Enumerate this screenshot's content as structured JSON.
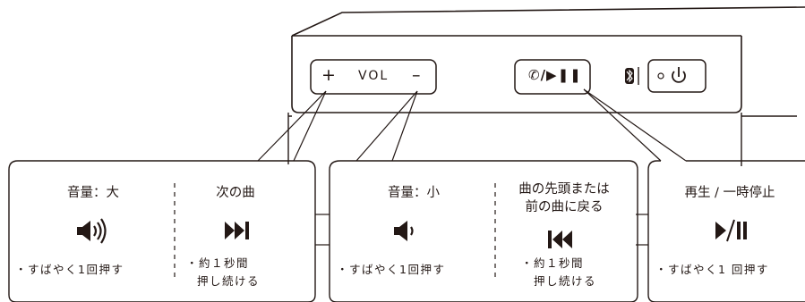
{
  "device": {
    "vol_plus": "+",
    "vol_label": "VOL",
    "vol_minus": "–",
    "play_label": "✆/▶❚❚",
    "bluetooth_icon": "bluetooth-icon",
    "power_icon": "power-icon",
    "led_icon": "indicator-led"
  },
  "callouts": [
    {
      "left": {
        "title": "音量：大",
        "icon": "volume-up-icon",
        "note": "・すばやく1回押す"
      },
      "right": {
        "title": "次の曲",
        "icon": "next-track-icon",
        "note_line1": "・約１秒間",
        "note_line2": "押し続ける"
      }
    },
    {
      "left": {
        "title": "音量：小",
        "icon": "volume-down-icon",
        "note": "・すばやく1回押す"
      },
      "right": {
        "title_line1": "曲の先頭または",
        "title_line2": "前の曲に戻る",
        "icon": "previous-track-icon",
        "note_line1": "・約１秒間",
        "note_line2": "押し続ける"
      }
    },
    {
      "single": {
        "title": "再生 / 一時停止",
        "icon": "play-pause-icon",
        "note": "・すばやく1 回押す"
      }
    }
  ],
  "colors": {
    "ink": "#231815",
    "background": "#ffffff"
  }
}
